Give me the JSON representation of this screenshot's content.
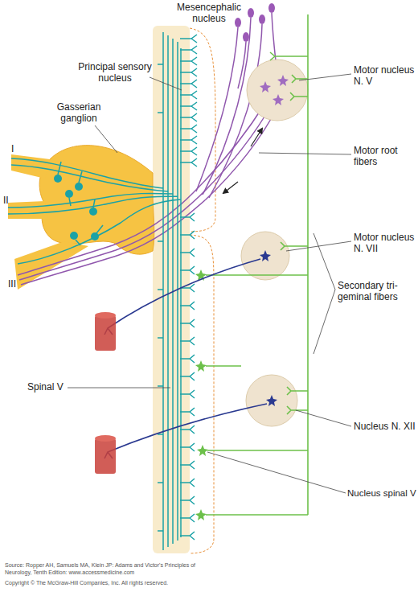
{
  "diagram": {
    "labels": [
      "Mesencephalic nucleus",
      "Principal sensory nucleus",
      "Gasserian ganglion",
      "I",
      "II",
      "III",
      "Motor nucleus N. V",
      "Motor root fibers",
      "Motor nucleus N. VII",
      "Secondary tri- geminal fibers",
      "Spinal V",
      "Nucleus N. XII",
      "Nucleus spinal V",
      "Source: Ropper AH, Samuels MA, Klein JP: Adams and Victor's Principles of Neurology, Tenth Edition: www.accessmedicine.com",
      "Copyright © The McGraw-Hill Companies, Inc. All rights reserved."
    ]
  }
}
